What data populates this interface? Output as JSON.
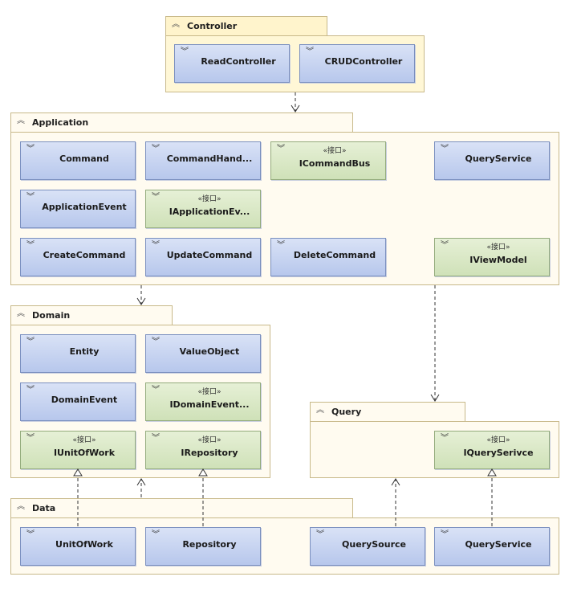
{
  "stereotype": "«接口»",
  "packages": {
    "controller": {
      "title": "Controller",
      "classes": [
        "ReadController",
        "CRUDController"
      ]
    },
    "application": {
      "title": "Application",
      "classes": [
        "Command",
        "CommandHand...",
        "ICommandBus",
        "QueryService",
        "ApplicationEvent",
        "IApplicationEv...",
        "CreateCommand",
        "UpdateCommand",
        "DeleteCommand",
        "IViewModel"
      ]
    },
    "domain": {
      "title": "Domain",
      "classes": [
        "Entity",
        "ValueObject",
        "DomainEvent",
        "IDomainEvent...",
        "IUnitOfWork",
        "IRepository"
      ]
    },
    "query": {
      "title": "Query",
      "classes": [
        "IQuerySerivce"
      ]
    },
    "data": {
      "title": "Data",
      "classes": [
        "UnitOfWork",
        "Repository",
        "QuerySource",
        "QueryService"
      ]
    }
  },
  "colors": {
    "class_fill": "#c6d3f0",
    "interface_fill": "#d9e8c5",
    "package_fill": "#fffbf0",
    "controller_fill": "#fff7d6"
  }
}
